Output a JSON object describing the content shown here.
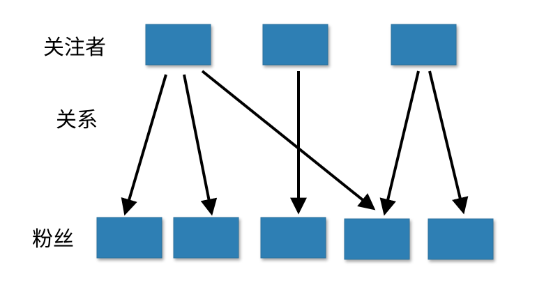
{
  "labels": {
    "followers_row": "关注者",
    "relation_row": "关系",
    "fans_row": "粉丝"
  },
  "colors": {
    "node_fill": "#2f7fb4",
    "edge": "#000000"
  },
  "graph": {
    "follower_nodes": [
      "follower-1",
      "follower-2",
      "follower-3"
    ],
    "fan_nodes": [
      "fan-1",
      "fan-2",
      "fan-3",
      "fan-4",
      "fan-5"
    ],
    "edges": [
      {
        "from": "follower-1",
        "to": "fan-1"
      },
      {
        "from": "follower-1",
        "to": "fan-2"
      },
      {
        "from": "follower-1",
        "to": "fan-4"
      },
      {
        "from": "follower-2",
        "to": "fan-3"
      },
      {
        "from": "follower-3",
        "to": "fan-4"
      },
      {
        "from": "follower-3",
        "to": "fan-5"
      }
    ]
  }
}
